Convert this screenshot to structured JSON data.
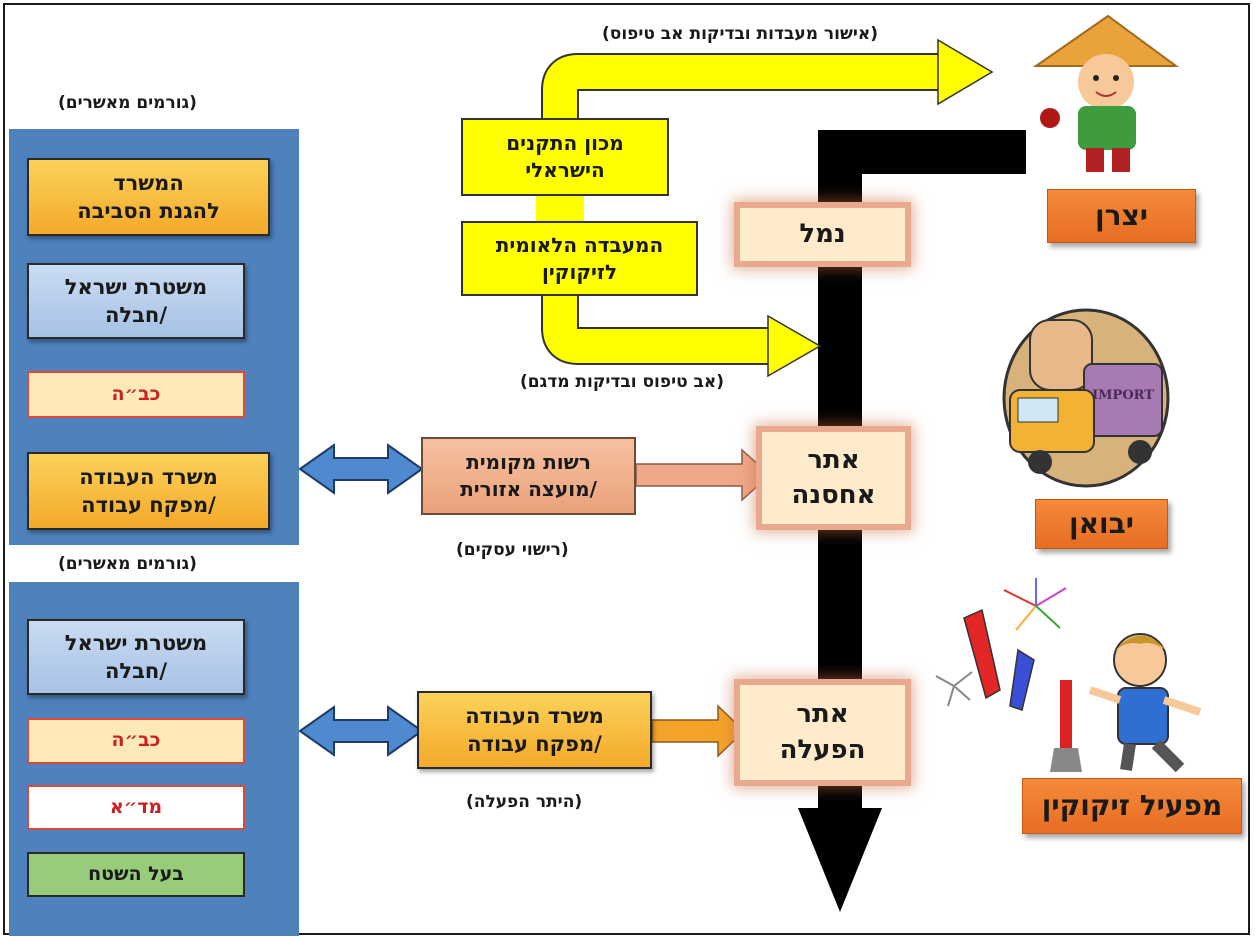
{
  "approvers_top_label": "(גורמים מאשרים)",
  "approvers_bottom_label": "(גורמים מאשרים)",
  "top_panel": {
    "environment": "המשרד\nלהגנת הסביבה",
    "police": "משטרת ישראל\n/חבלה",
    "fire": "כב״ה",
    "labor": "משרד העבודה\n/מפקח עבודה"
  },
  "bottom_panel": {
    "police": "משטרת ישראל\n/חבלה",
    "fire": "כב״ה",
    "mda": "מד״א",
    "landowner": "בעל השטח"
  },
  "standards_institute": "מכון התקנים\nהישראלי",
  "national_lab": "המעבדה הלאומית\nלזיקוקין",
  "top_caption": "(אישור מעבדות ובדיקות אב טיפוס)",
  "sample_caption": "(אב טיפוס ובדיקות מדגם)",
  "local_authority": "רשות מקומית\n/מועצה אזורית",
  "business_license_caption": "(רישוי עסקים)",
  "labor_ministry": "משרד העבודה\n/מפקח עבודה",
  "operation_permit_caption": "(היתר הפעלה)",
  "port": "נמל",
  "storage_site": "אתר\nאחסנה",
  "operation_site": "אתר\nהפעלה",
  "manufacturer": "יצרן",
  "importer": "יבואן",
  "operator": "מפעיל זיקוקין",
  "import_sign": "IMPORT",
  "colors": {
    "panel_blue": "#4f81bd",
    "yellow": "#ffff00",
    "role_orange": "#ee7b2c",
    "flow_black": "#000000"
  },
  "icons": [
    "manufacturer-figure-icon",
    "importer-truck-icon",
    "fireworks-operator-icon"
  ]
}
